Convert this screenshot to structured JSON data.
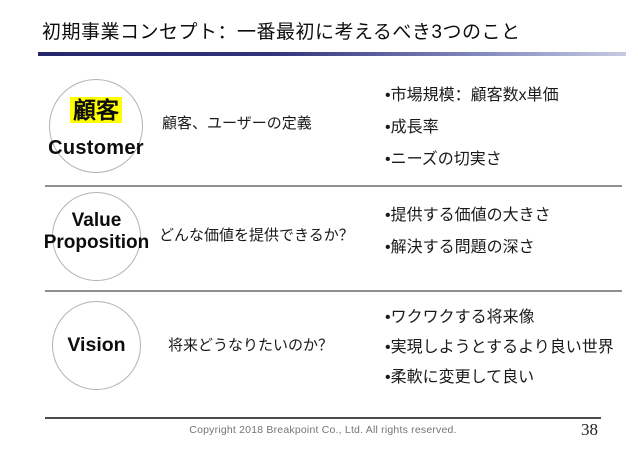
{
  "slide": {
    "title": "初期事業コンセプト：一番最初に考えるべき3つのこと",
    "rows": [
      {
        "circle": {
          "label_jp": "顧客",
          "label_en": "Customer"
        },
        "description": "顧客、ユーザーの定義",
        "bullets": [
          "•市場規模：顧客数x単価",
          "•成長率",
          "•ニーズの切実さ"
        ]
      },
      {
        "circle": {
          "label_line1": "Value",
          "label_line2": "Proposition"
        },
        "description": "どんな価値を提供できるか？",
        "bullets": [
          "•提供する価値の大きさ",
          "•解決する問題の深さ"
        ]
      },
      {
        "circle": {
          "label": "Vision"
        },
        "description": "将来どうなりたいのか？",
        "bullets": [
          "•ワクワクする将来像",
          "•実現しようとするより良い世界",
          "•柔軟に変更して良い"
        ]
      }
    ],
    "footer": {
      "copyright": "Copyright 2018 Breakpoint Co., Ltd. All rights reserved.",
      "page_number": "38"
    },
    "colors": {
      "keyword_highlight": "#FFFF00",
      "title_rule_start": "#26266b",
      "title_rule_end": "#c6cbe1",
      "row_separator": "#8f8f8f",
      "footer_rule": "#4b4b4b"
    }
  }
}
